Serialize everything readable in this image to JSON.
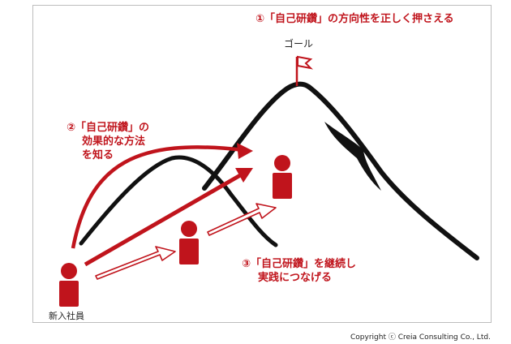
{
  "colors": {
    "accent": "#c0141c",
    "mountain": "#111111",
    "frame": "#bdbdbd"
  },
  "labels": {
    "step1": "①「自己研鑽」の方向性を正しく押さえる",
    "goal": "ゴール",
    "step2": [
      "②「自己研鑽」の",
      "効果的な方法",
      "を知る"
    ],
    "step3": [
      "③「自己研鑽」を継続し",
      "実践につなげる"
    ],
    "newcomer": "新入社員"
  },
  "icons": [
    "flag-icon",
    "person-icon",
    "arrow-icon"
  ],
  "copyright": "Copyright ⓒ Creia Consulting Co., Ltd."
}
